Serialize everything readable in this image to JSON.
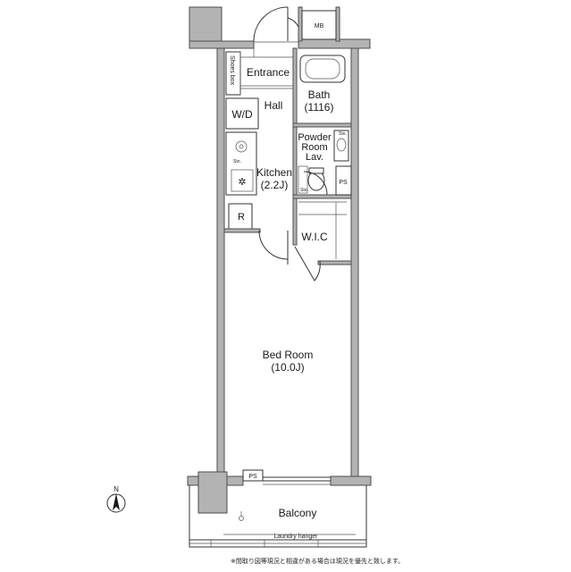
{
  "rooms": {
    "entrance": "Entrance",
    "shoes_box": "Shoes box",
    "hall": "Hall",
    "bath": "Bath",
    "bath_size": "(1116)",
    "wd": "W/D",
    "powder_room_1": "Powder",
    "powder_room_2": "Room",
    "powder_room_3": "Lav.",
    "kitchen": "Kitchen",
    "kitchen_size": "(2.2J)",
    "fridge": "R",
    "wic": "W.I.C",
    "bedroom": "Bed Room",
    "bedroom_size": "(10.0J)",
    "balcony": "Balcony",
    "laundry": "Laundry hanger"
  },
  "fixtures": {
    "mb": "MB",
    "ps_1": "PS",
    "ps_2": "PS",
    "sto_1": "Sto.",
    "sto_2": "Sto.",
    "sto_3": "Sto."
  },
  "compass": {
    "north": "N"
  },
  "footer": {
    "note": "※間取り図等現況と相違がある場合は現況を優先と致します。"
  }
}
